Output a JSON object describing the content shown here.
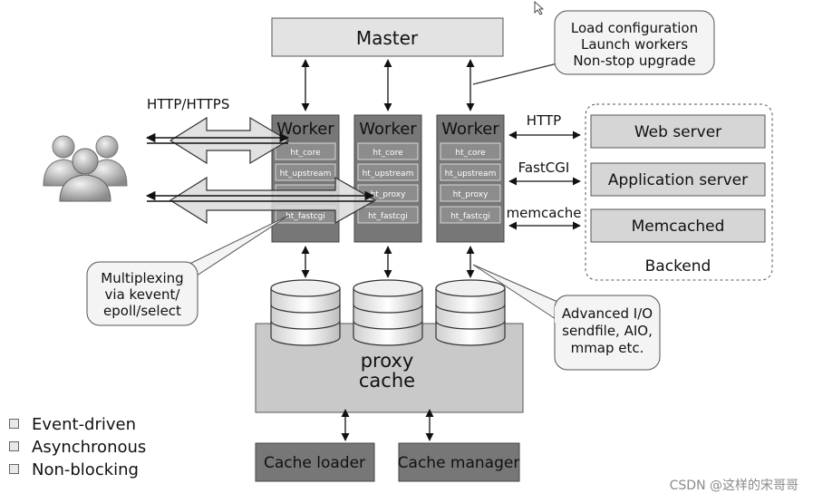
{
  "master": "Master",
  "master_note": [
    "Load configuration",
    "Launch workers",
    "Non-stop upgrade"
  ],
  "client_protocol": "HTTP/HTTPS",
  "worker_title": "Worker",
  "workers": [
    {
      "modules": [
        "ht_core",
        "ht_upstream",
        "",
        "ht_fastcgi"
      ]
    },
    {
      "modules": [
        "ht_core",
        "ht_upstream",
        "ht_proxy",
        "ht_fastcgi"
      ]
    },
    {
      "modules": [
        "ht_core",
        "ht_upstream",
        "ht_proxy",
        "ht_fastcgi"
      ]
    }
  ],
  "protocols": [
    "HTTP",
    "FastCGI",
    "memcache"
  ],
  "backend": {
    "servers": [
      "Web server",
      "Application server",
      "Memcached"
    ],
    "label": "Backend"
  },
  "multiplexing_note": [
    "Multiplexing",
    "via kevent/",
    "epoll/select"
  ],
  "io_note": [
    "Advanced I/O",
    "sendfile, AIO,",
    "mmap etc."
  ],
  "proxy_cache": [
    "proxy",
    "cache"
  ],
  "cache_loader": "Cache loader",
  "cache_manager": "Cache manager",
  "features": [
    "Event-driven",
    "Asynchronous",
    "Non-blocking"
  ],
  "watermark": "CSDN @这样的宋哥哥",
  "colors": {
    "box_light": "#e3e3e3",
    "box_dark": "#777777",
    "module": "#8c8c8c",
    "panel": "#c9c9c9"
  }
}
